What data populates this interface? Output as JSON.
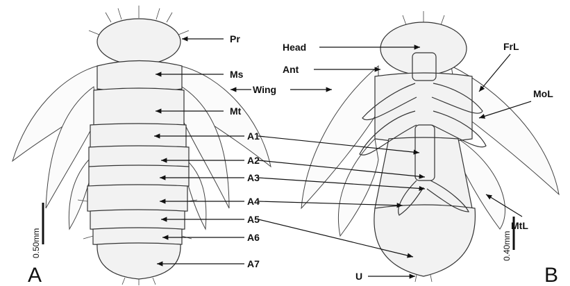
{
  "figure": {
    "panel_a": "A",
    "panel_b": "B",
    "scale_a": "0.50mm",
    "scale_b": "0.40mm",
    "labels_a": [
      "Pr",
      "Ms",
      "Mt",
      "A1",
      "A2",
      "A3",
      "A4",
      "A5",
      "A6",
      "A7"
    ],
    "labels_shared": [
      "Wing"
    ],
    "labels_b": [
      "Head",
      "Ant",
      "FrL",
      "MoL",
      "MtL",
      "U"
    ]
  },
  "colors": {
    "ink": "#111111",
    "body_fill": "#f2f2f2",
    "wing_fill": "#fbfbfb"
  }
}
